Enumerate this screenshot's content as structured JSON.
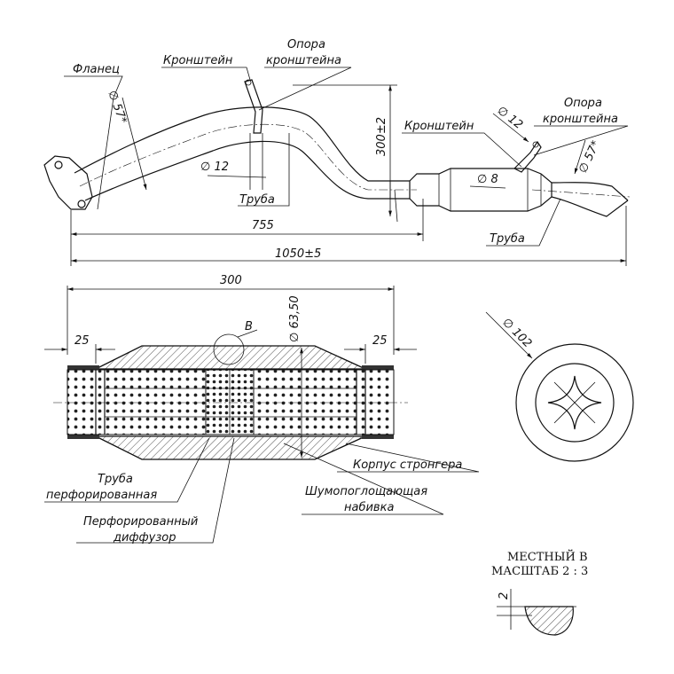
{
  "labels": {
    "flange": "Фланец",
    "bracket1": "Кронштейн",
    "support1_line1": "Опора",
    "support1_line2": "кронштейна",
    "bracket2": "Кронштейн",
    "support2_line1": "Опора",
    "support2_line2": "кронштейна",
    "pipe1": "Труба",
    "pipe2": "Труба",
    "perf_pipe_line1": "Труба",
    "perf_pipe_line2": "перфорированная",
    "perf_diffuser_line1": "Перфорированный",
    "perf_diffuser_line2": "диффузор",
    "housing": "Корпус стронгера",
    "absorb_line1": "Шумопоглощающая",
    "absorb_line2": "набивка",
    "detail_mark": "B",
    "local_line1": "МЕСТНЫЙ В",
    "local_line2": "МАСШТАБ 2 : 3"
  },
  "dimensions": {
    "d57_left": "∅ 57*",
    "d12_mid": "∅ 12",
    "h300": "300±2",
    "d12_right": "∅ 12",
    "d8": "∅ 8",
    "d57_right": "∅ 57*",
    "len755": "755",
    "len1050": "1050±5",
    "sec300": "300",
    "sec25_left": "25",
    "sec25_right": "25",
    "d63": "∅ 63,50",
    "d102": "∅ 102",
    "detail2": "2"
  }
}
